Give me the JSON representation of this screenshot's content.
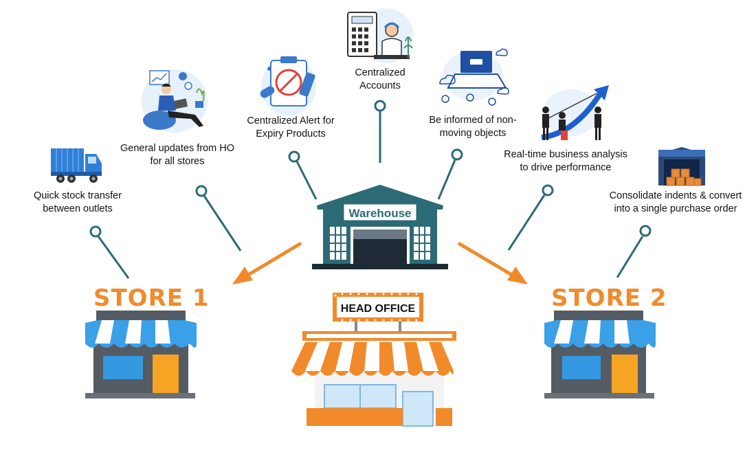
{
  "features": [
    {
      "id": "stock-transfer",
      "text": "Quick stock transfer between outlets",
      "lines": [
        "Quick stock transfer",
        "between outlets"
      ],
      "icon": "delivery-truck-icon"
    },
    {
      "id": "general-updates",
      "text": "General updates from HO for all stores",
      "lines": [
        "General updates from HO",
        "for all stores"
      ],
      "icon": "person-with-laptop-icon"
    },
    {
      "id": "expiry-alert",
      "text": "Centralized Alert for Expiry Products",
      "lines": [
        "Centralized Alert for",
        "Expiry Products"
      ],
      "icon": "expiry-clipboard-icon"
    },
    {
      "id": "accounts",
      "text": "Centralized Accounts",
      "lines": [
        "Centralized",
        "Accounts"
      ],
      "icon": "calculator-accountant-icon"
    },
    {
      "id": "non-moving",
      "text": "Be informed of non-moving objects",
      "lines": [
        "Be informed of non-",
        "moving objects"
      ],
      "icon": "laptop-cloud-icon"
    },
    {
      "id": "business-analysis",
      "text": "Real-time business analysis to drive performance",
      "lines": [
        "Real-time business analysis",
        "to drive performance"
      ],
      "icon": "growth-arrow-team-icon"
    },
    {
      "id": "consolidate",
      "text": "Consolidate indents & convert into a single purchase order",
      "lines": [
        "Consolidate indents & convert",
        "into a single purchase order"
      ],
      "icon": "storage-boxes-icon"
    }
  ],
  "warehouse": {
    "label": "Warehouse"
  },
  "head_office": {
    "label": "HEAD OFFICE"
  },
  "stores": [
    {
      "title": "STORE 1"
    },
    {
      "title": "STORE 2"
    }
  ],
  "colors": {
    "teal": "#2c6a76",
    "orange": "#f18a2b",
    "awning_blue": "#3aa0e8",
    "window_blue": "#3398e0",
    "dark_gray": "#555b63"
  }
}
